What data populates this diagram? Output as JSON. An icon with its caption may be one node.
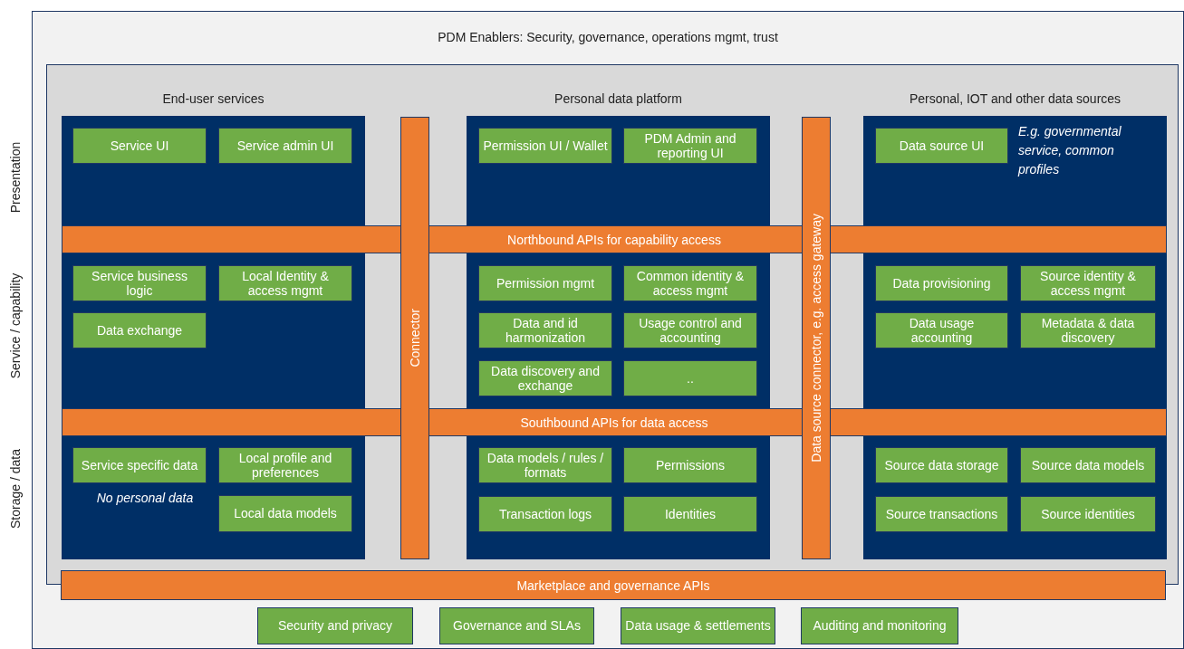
{
  "diagram": {
    "nodes": [
      {
        "text": [
          "PDM Enablers: Security, governance, operations mgmt, trust"
        ]
      },
      {
        "text": [],
        "shape": "box",
        "in": 0
      },
      {
        "text": [
          "End-user services"
        ],
        "in": 1
      },
      {
        "text": [
          "Service UI"
        ],
        "in": 2
      },
      {
        "text": [
          "Service admin UI"
        ],
        "in": 2
      },
      {
        "text": [
          "Service business logic"
        ],
        "in": 2
      },
      {
        "text": [
          "Local Identity & access mgmt"
        ],
        "in": 2
      },
      {
        "text": [
          "Data exchange"
        ],
        "in": 2
      },
      {
        "text": [
          "Service specific data"
        ],
        "in": 2,
        "beside": [
          "No personal data"
        ]
      },
      {
        "text": [
          "Local profile and preferences"
        ],
        "in": 2
      },
      {
        "text": [
          "Local data models"
        ],
        "in": 2
      },
      {
        "text": [
          "Personal data platform"
        ],
        "in": 1
      },
      {
        "text": [
          "Permission UI / Wallet"
        ],
        "in": 11
      },
      {
        "text": [
          "PDM Admin and reporting UI"
        ],
        "in": 11
      },
      {
        "text": [
          "Permission mgmt"
        ],
        "in": 11
      },
      {
        "text": [
          "Common identity & access mgmt"
        ],
        "in": 11
      },
      {
        "text": [
          "Data and id harmonization"
        ],
        "in": 11
      },
      {
        "text": [
          "Usage control and accounting"
        ],
        "in": 11
      },
      {
        "text": [
          "Data discovery and exchange"
        ],
        "in": 11
      },
      {
        "text": [
          ".."
        ],
        "in": 11
      },
      {
        "text": [
          "Data models / rules / formats"
        ],
        "in": 11
      },
      {
        "text": [
          "Permissions"
        ],
        "in": 11
      },
      {
        "text": [
          "Transaction logs"
        ],
        "in": 11
      },
      {
        "text": [
          "Identities"
        ],
        "in": 11
      },
      {
        "text": [
          "Personal, IOT and other data sources",
          "E.g. governmental service, common profiles"
        ],
        "in": 1
      },
      {
        "text": [
          "Data source UI"
        ],
        "in": 24
      },
      {
        "text": [
          "Data provisioning"
        ],
        "in": 24
      },
      {
        "text": [
          "Source identity & access mgmt"
        ],
        "in": 24
      },
      {
        "text": [
          "Data usage accounting"
        ],
        "in": 24
      },
      {
        "text": [
          "Metadata & data discovery"
        ],
        "in": 24
      },
      {
        "text": [
          "Source data storage"
        ],
        "in": 24
      },
      {
        "text": [
          "Source data models"
        ],
        "in": 24
      },
      {
        "text": [
          "Source transactions"
        ],
        "in": 24
      },
      {
        "text": [
          "Source identities"
        ],
        "in": 24
      },
      {
        "text": [
          "Northbound APIs for capability access"
        ],
        "in": 1
      },
      {
        "text": [
          "Southbound APIs for data access"
        ],
        "in": 1
      },
      {
        "text": [
          "Connector"
        ],
        "in": 1
      },
      {
        "text": [
          "Data source connector, e.g. access gateway"
        ],
        "in": 1
      },
      {
        "text": [
          "Marketplace and governance APIs"
        ],
        "in": 0
      },
      {
        "text": [
          "Security and privacy"
        ],
        "in": 0
      },
      {
        "text": [
          "Governance and SLAs"
        ],
        "in": 0
      },
      {
        "text": [
          "Data usage & settlements"
        ],
        "in": 0
      },
      {
        "text": [
          "Auditing and monitoring"
        ],
        "in": 0
      }
    ],
    "labels": [
      "Presentation",
      "Service / capability",
      "Storage / data"
    ]
  }
}
